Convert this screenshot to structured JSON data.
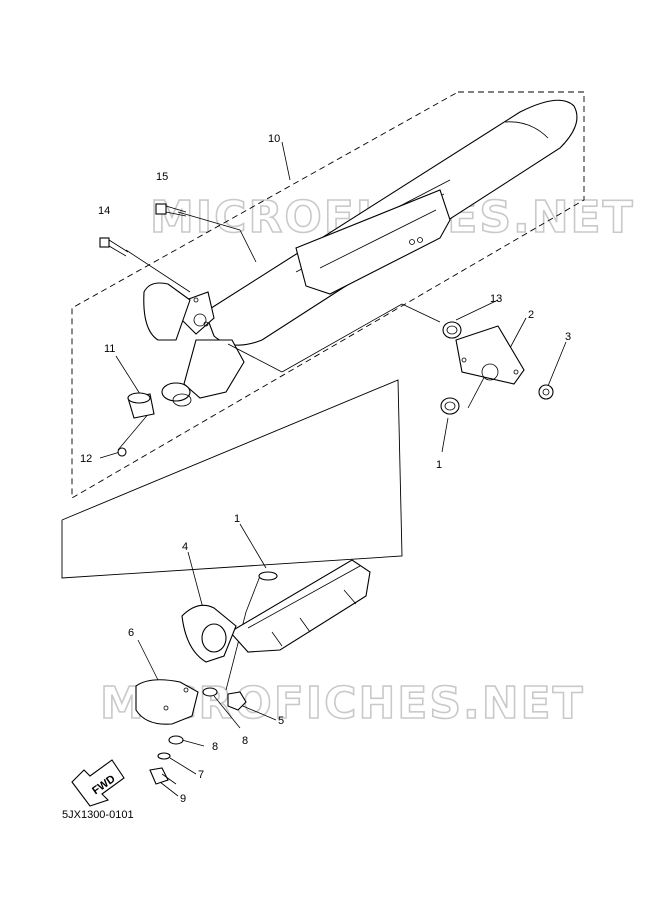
{
  "watermark": "MICROFICHES.NET",
  "catalog_number": "5JX1300-0101",
  "fwd_label": "FWD",
  "callouts": {
    "c1_upper": "1",
    "c1_lower": "1",
    "c2": "2",
    "c3": "3",
    "c4": "4",
    "c5": "5",
    "c6": "6",
    "c7": "7",
    "c8_a": "8",
    "c8_b": "8",
    "c9": "9",
    "c10": "10",
    "c11": "11",
    "c12": "12",
    "c13": "13",
    "c14": "14",
    "c15": "15"
  }
}
